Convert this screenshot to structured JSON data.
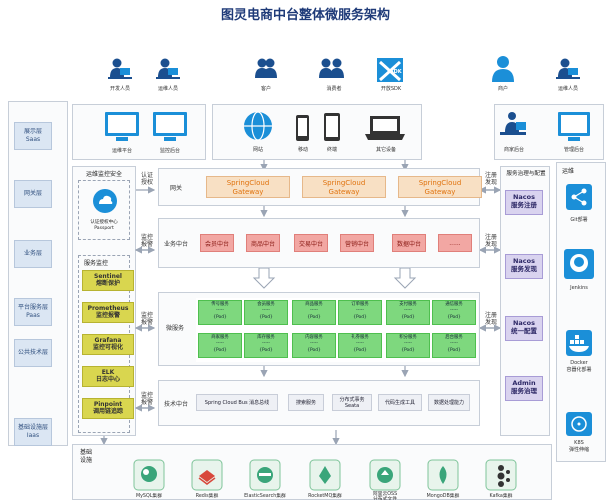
{
  "title": "图灵电商中台整体微服务架构",
  "roles_left": [
    "开发人员",
    "运维人员"
  ],
  "roles_mid": [
    "客户",
    "消费者",
    "开放SDK"
  ],
  "roles_right": [
    "商户",
    "运维人员"
  ],
  "sdk_badge": "SDK",
  "layers": [
    "展示层\nSaas",
    "网关层",
    "业务层",
    "平台服务层\nPaas",
    "公共技术层",
    "基础设施层\nIaas"
  ],
  "presentation": {
    "left": [
      "运维平台",
      "监控后台"
    ],
    "mid": [
      "网站",
      "移动",
      "终端",
      "其它设备"
    ],
    "right": [
      "商家后台",
      "管理后台"
    ]
  },
  "ops_security": {
    "title": "运维监控安全",
    "auth_center": "认证授权中心\nPassport",
    "monitor_title": "服务监控",
    "tools": [
      "Sentinel\n熔断保护",
      "Prometheus\n监控报警",
      "Grafana\n监控可视化",
      "ELK\n日志中心",
      "Pinpoint\n调用链追踪"
    ]
  },
  "arrow_labels": {
    "auth": "认证\n授权",
    "monitor1": "监控\n报警",
    "monitor2": "监控\n报警",
    "monitor3": "监控\n报警",
    "reg1": "注册\n发现",
    "reg2": "注册\n发现",
    "reg3": "注册\n发现"
  },
  "gateway": {
    "label": "网关",
    "items": [
      "SpringCloud\nGateway",
      "SpringCloud\nGateway",
      "SpringCloud\nGateway"
    ]
  },
  "business": {
    "label": "业务中台",
    "items": [
      "会员中台",
      "商品中台",
      "交易中台",
      "营销中台",
      "数据中台",
      "......"
    ]
  },
  "microservices": {
    "label": "微服务",
    "row1": [
      "传号服务\n-----\n{Pod}",
      "会员服务\n-----\n{Pod}",
      "商品服务\n-----\n{Pod}",
      "订单服务\n-----\n{Pod}",
      "支付服务\n-----\n{Pod}",
      "通信服务\n-----\n{Pod}"
    ],
    "row2": [
      "商家服务\n-----\n{Pod}",
      "库存服务\n-----\n{Pod}",
      "内容服务\n-----\n{Pod}",
      "礼券服务\n-----\n{Pod}",
      "积分服务\n-----\n{Pod}",
      "后台服务\n-----\n{Pod}"
    ]
  },
  "tech": {
    "label": "技术中台",
    "items": [
      "Spring Cloud Bus 消息总线",
      "搜索服务",
      "分布式事务\nSeata",
      "代码生成工具",
      "数据处理能力"
    ]
  },
  "governance": {
    "title": "服务治理与配置",
    "items": [
      "Nacos\n服务注册",
      "Nacos\n服务发现",
      "Nacos\n统一配置",
      "Admin\n服务治理"
    ]
  },
  "ops": {
    "title": "运维",
    "items": [
      "Git部署",
      "Jenkins",
      "Docker\n容器化部署",
      "K8S\n弹性伸缩"
    ]
  },
  "infra": {
    "label": "基础\n设施",
    "items": [
      "MySQL集群",
      "Redis集群",
      "ElasticSearch集群",
      "RocketMQ集群",
      "阿里云OSS\n分布式文件",
      "MongoDB集群",
      "Kafka集群"
    ]
  },
  "colors": {
    "title": "#1e3a78",
    "icon_blue": "#1b8fd8",
    "gateway_fill": "#f8e0c4",
    "gateway_text": "#e0730f",
    "business_fill": "#f2a7a3",
    "service_fill": "#7ed87e",
    "monitor_fill": "#d9d64f",
    "nacos_fill": "#d9d3ef"
  }
}
